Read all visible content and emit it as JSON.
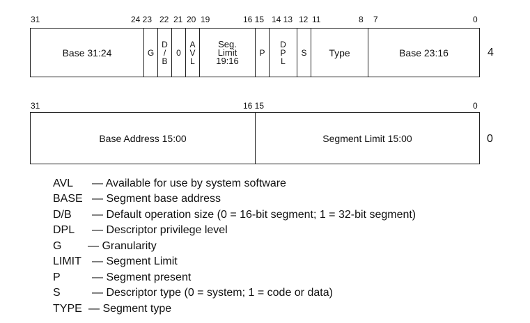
{
  "upper_word": {
    "bit_labels": [
      "31",
      "24 23",
      "22",
      "21",
      "20",
      "19",
      "16 15",
      "14 13",
      "12",
      "11",
      "8",
      "7",
      "0"
    ],
    "fields": [
      {
        "key": "base_31_24",
        "text": "Base 31:24"
      },
      {
        "key": "g",
        "text": "G"
      },
      {
        "key": "db",
        "text": "D\n/\nB"
      },
      {
        "key": "zero",
        "text": "0"
      },
      {
        "key": "avl",
        "text": "A\nV\nL"
      },
      {
        "key": "seg_limit",
        "text": "Seg.\nLimit\n19:16"
      },
      {
        "key": "p",
        "text": "P"
      },
      {
        "key": "dpl",
        "text": "D\nP\nL"
      },
      {
        "key": "s",
        "text": "S"
      },
      {
        "key": "type",
        "text": "Type"
      },
      {
        "key": "base_23_16",
        "text": "Base 23:16"
      }
    ],
    "offset": "4"
  },
  "lower_word": {
    "bit_labels": [
      "31",
      "16 15",
      "0"
    ],
    "fields": [
      {
        "key": "base_address",
        "text": "Base Address 15:00"
      },
      {
        "key": "segment_limit",
        "text": "Segment Limit 15:00"
      }
    ],
    "offset": "0"
  },
  "legend": [
    {
      "term": "AVL",
      "desc": "— Available for use by system software"
    },
    {
      "term": "BASE",
      "desc": "— Segment base address"
    },
    {
      "term": "D/B",
      "desc": "— Default operation size (0 = 16-bit segment; 1 = 32-bit segment)"
    },
    {
      "term": "DPL",
      "desc": "— Descriptor privilege level"
    },
    {
      "term": "G",
      "desc": "— Granularity"
    },
    {
      "term": "LIMIT",
      "desc": "— Segment Limit"
    },
    {
      "term": "P",
      "desc": "— Segment present"
    },
    {
      "term": "S",
      "desc": "— Descriptor type (0 = system; 1 = code or data)"
    },
    {
      "term": "TYPE",
      "desc": "— Segment type"
    }
  ]
}
